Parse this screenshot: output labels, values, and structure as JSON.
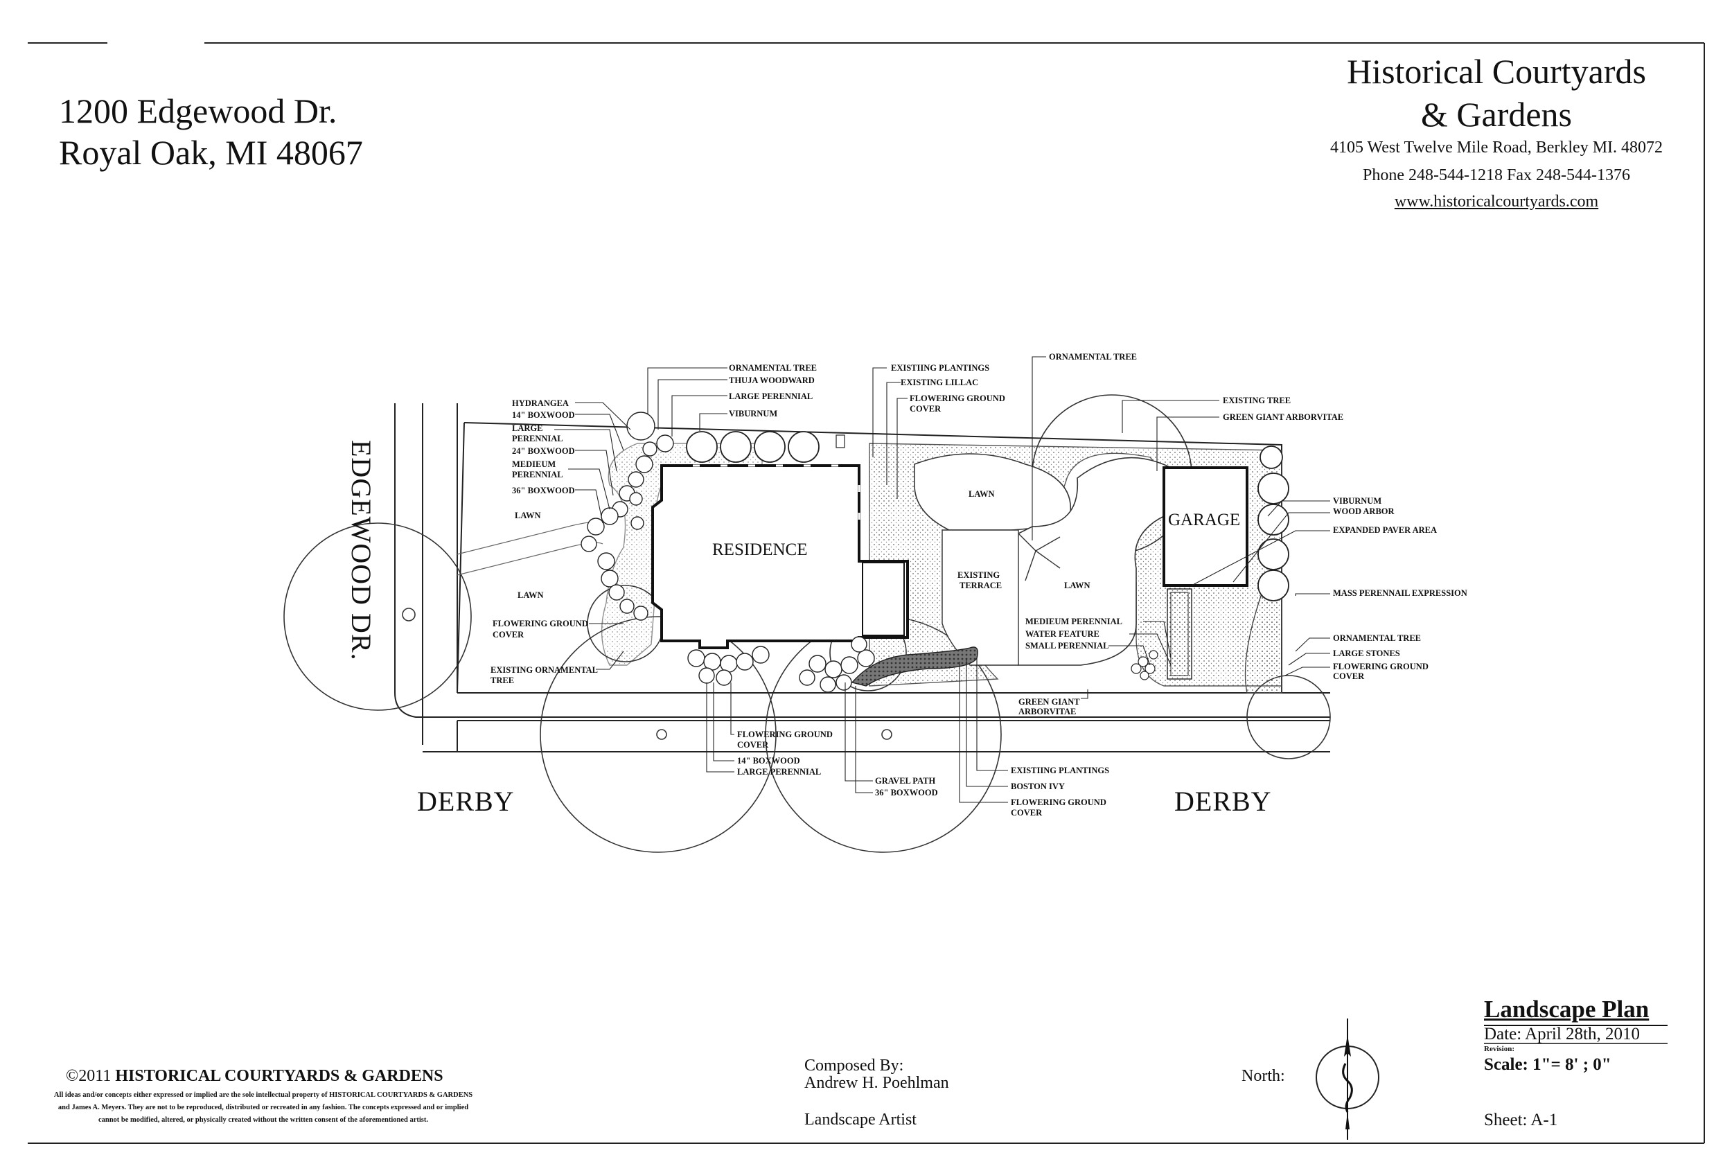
{
  "project": {
    "address_line1": "1200 Edgewood Dr.",
    "address_line2": "Royal Oak, MI 48067"
  },
  "company": {
    "name_line1": "Historical Courtyards",
    "name_line2": "& Gardens",
    "address": "4105 West Twelve Mile Road, Berkley MI. 48072",
    "phone": "Phone 248-544-1218    Fax  248-544-1376",
    "website": "www.historicalcourtyards.com"
  },
  "streets": {
    "edgewood": "EDGEWOOD DR.",
    "derby_left": "DERBY",
    "derby_right": "DERBY"
  },
  "structures": {
    "residence": "RESIDENCE",
    "garage": "GARAGE",
    "terrace_line1": "EXISTING",
    "terrace_line2": "TERRACE"
  },
  "areas": {
    "lawn_top_left": "LAWN",
    "lawn_bottom_left": "LAWN",
    "lawn_center": "LAWN",
    "lawn_right": "LAWN"
  },
  "labels_left": [
    "HYDRANGEA",
    "14\" BOXWOOD",
    "LARGE",
    "PERENNIAL",
    "24\" BOXWOOD",
    "MEDIEUM",
    "PERENNIAL",
    "36\" BOXWOOD",
    "FLOWERING GROUND",
    "COVER",
    "EXISTING ORNAMENTAL",
    "TREE"
  ],
  "labels_top": [
    "ORNAMENTAL TREE",
    "THUJA WOODWARD",
    "LARGE PERENNIAL",
    "VIBURNUM",
    "EXISTIING PLANTINGS",
    "EXISTING LILLAC",
    "FLOWERING GROUND",
    "COVER",
    "ORNAMENTAL TREE"
  ],
  "labels_right": [
    "EXISTING TREE",
    "GREEN GIANT ARBORVITAE",
    "VIBURNUM",
    "WOOD ARBOR",
    "EXPANDED PAVER AREA",
    "MASS PERENNAIL EXPRESSION",
    "ORNAMENTAL TREE",
    "LARGE STONES",
    "FLOWERING GROUND",
    "COVER"
  ],
  "labels_center": [
    "MEDIEUM PERENNIAL",
    "WATER FEATURE",
    "SMALL PERENNIAL",
    "GREEN GIANT",
    "ARBORVITAE"
  ],
  "labels_bottom": [
    "FLOWERING GROUND",
    "COVER",
    "14\" BOXWOOD",
    "LARGE PERENNIAL",
    "GRAVEL PATH",
    "36\" BOXWOOD",
    "EXISTIING PLANTINGS",
    "BOSTON IVY",
    "FLOWERING GROUND",
    "COVER"
  ],
  "title_block": {
    "title": "Landscape Plan",
    "date": "Date: April 28th, 2010",
    "revision": "Revision:",
    "scale": "Scale: 1\"= 8' ; 0\"",
    "sheet": "Sheet: A-1"
  },
  "north_label": "North:",
  "credits": {
    "composed_by": "Composed By:",
    "author": "Andrew H. Poehlman",
    "role": "Landscape Artist"
  },
  "copyright": {
    "year_prefix": "©2011",
    "holder": "HISTORICAL COURTYARDS & GARDENS",
    "line1": "All ideas and/or concepts either expressed or implied are the sole intellectual property of HISTORICAL COURTYARDS & GARDENS",
    "line2": "and James A. Meyers.  They are not to be reproduced, distributed or recreated in any fashion.  The concepts expressed and or implied",
    "line3": "cannot be modified, altered, or physically created without the written consent of the aforementioned artist."
  }
}
